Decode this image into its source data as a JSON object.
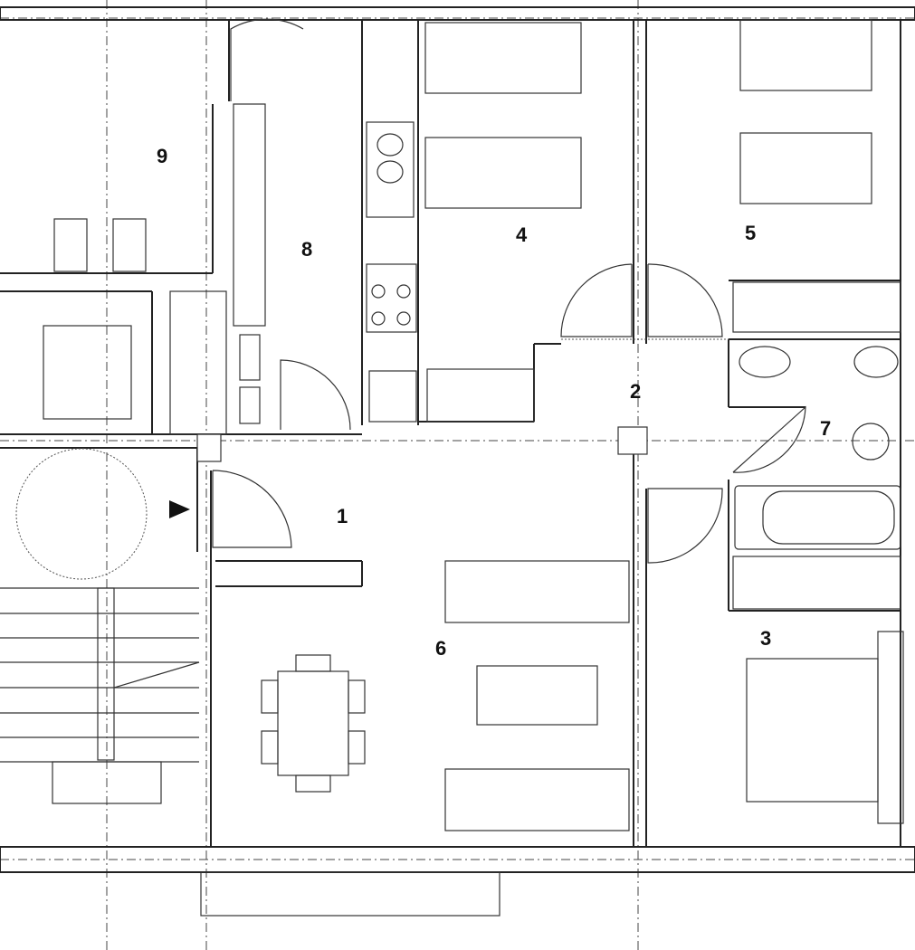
{
  "plan": {
    "rooms": [
      {
        "id": "room-1",
        "label": "1"
      },
      {
        "id": "room-2",
        "label": "2"
      },
      {
        "id": "room-3",
        "label": "3"
      },
      {
        "id": "room-4",
        "label": "4"
      },
      {
        "id": "room-5",
        "label": "5"
      },
      {
        "id": "room-6",
        "label": "6"
      },
      {
        "id": "room-7",
        "label": "7"
      },
      {
        "id": "room-8",
        "label": "8"
      },
      {
        "id": "room-9",
        "label": "9"
      }
    ],
    "entrance_marker": "arrow-right-icon",
    "line_color": "#222222",
    "background": "#ffffff"
  }
}
